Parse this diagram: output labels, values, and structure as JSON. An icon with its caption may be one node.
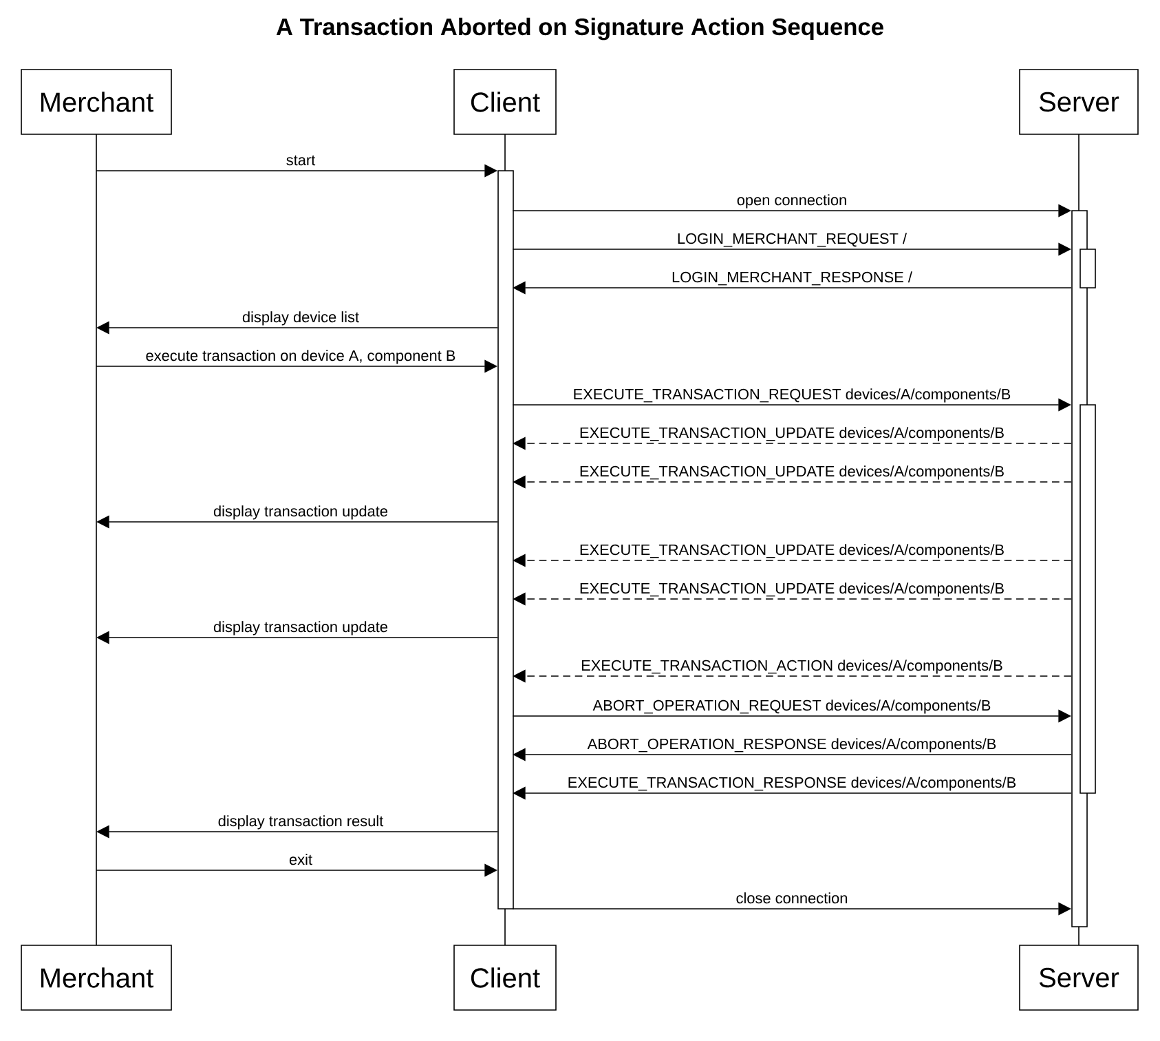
{
  "diagram": {
    "title": "A Transaction Aborted on Signature Action Sequence",
    "nodes": [
      {
        "text": [
          "Merchant",
          "Merchant"
        ]
      },
      {
        "text": [
          "Client",
          "Client"
        ]
      },
      {
        "text": [
          "Server",
          "Server"
        ]
      }
    ],
    "edges": [
      {
        "from": 0,
        "to": 1,
        "arrow": "to",
        "label": "start"
      },
      {
        "from": 1,
        "to": 2,
        "arrow": "to",
        "label": "open connection"
      },
      {
        "from": 1,
        "to": 2,
        "arrow": "to",
        "label": "LOGIN_MERCHANT_REQUEST /"
      },
      {
        "from": 2,
        "to": 1,
        "arrow": "to",
        "label": "LOGIN_MERCHANT_RESPONSE /"
      },
      {
        "from": 1,
        "to": 0,
        "arrow": "to",
        "label": "display device list"
      },
      {
        "from": 0,
        "to": 1,
        "arrow": "to",
        "label": "execute transaction on device A, component B"
      },
      {
        "from": 1,
        "to": 2,
        "arrow": "to",
        "label": "EXECUTE_TRANSACTION_REQUEST devices/A/components/B"
      },
      {
        "from": 2,
        "to": 1,
        "arrow": "to",
        "label": "EXECUTE_TRANSACTION_UPDATE devices/A/components/B",
        "style": "dashed"
      },
      {
        "from": 2,
        "to": 1,
        "arrow": "to",
        "label": "EXECUTE_TRANSACTION_UPDATE devices/A/components/B",
        "style": "dashed"
      },
      {
        "from": 1,
        "to": 0,
        "arrow": "to",
        "label": "display transaction update"
      },
      {
        "from": 2,
        "to": 1,
        "arrow": "to",
        "label": "EXECUTE_TRANSACTION_UPDATE devices/A/components/B",
        "style": "dashed"
      },
      {
        "from": 2,
        "to": 1,
        "arrow": "to",
        "label": "EXECUTE_TRANSACTION_UPDATE devices/A/components/B",
        "style": "dashed"
      },
      {
        "from": 1,
        "to": 0,
        "arrow": "to",
        "label": "display transaction update"
      },
      {
        "from": 2,
        "to": 1,
        "arrow": "to",
        "label": "EXECUTE_TRANSACTION_ACTION devices/A/components/B",
        "style": "dashed"
      },
      {
        "from": 1,
        "to": 2,
        "arrow": "to",
        "label": "ABORT_OPERATION_REQUEST devices/A/components/B"
      },
      {
        "from": 2,
        "to": 1,
        "arrow": "to",
        "label": "ABORT_OPERATION_RESPONSE devices/A/components/B"
      },
      {
        "from": 2,
        "to": 1,
        "arrow": "to",
        "label": "EXECUTE_TRANSACTION_RESPONSE devices/A/components/B"
      },
      {
        "from": 1,
        "to": 0,
        "arrow": "to",
        "label": "display transaction result"
      },
      {
        "from": 0,
        "to": 1,
        "arrow": "to",
        "label": "exit"
      },
      {
        "from": 1,
        "to": 2,
        "arrow": "to",
        "label": "close connection"
      }
    ]
  }
}
